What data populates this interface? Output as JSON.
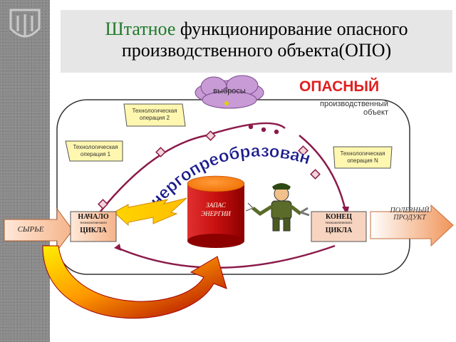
{
  "title": {
    "accent": "Штатное",
    "rest": "функционирование опасного",
    "line2": "производственного объекта(ОПО)"
  },
  "danger_heading": "ОПАСНЫЙ",
  "object_label_line1": "производственный",
  "object_label_line2": "объект",
  "cloud_label": "выбросы",
  "ops": {
    "op1_line1": "Технологическая",
    "op1_line2": "операция 1",
    "op2_line1": "Технологическая",
    "op2_line2": "операция 2",
    "opN_line1": "Технологическая",
    "opN_line2": "операция N"
  },
  "start_box": {
    "top": "НАЧАЛО",
    "mid": "технологического",
    "bottom": "ЦИКЛА"
  },
  "end_box": {
    "top": "КОНЕЦ",
    "mid": "технологического",
    "bottom": "ЦИКЛА"
  },
  "input_label": "СЫРЬЕ",
  "output_line1": "ПОЛЕЗНЫЙ",
  "output_line2": "ПРОДУКТ",
  "energy_store_line1": "ЗАПАС",
  "energy_store_line2": "ЭНЕРГИИ",
  "arc_text": "Энергопреобразование",
  "colors": {
    "accent": "#1f7a2a",
    "danger": "#e02020",
    "flow": "#8b1a4a",
    "cylinder": "#cc1010",
    "arrow_light": "#f3a66b"
  }
}
